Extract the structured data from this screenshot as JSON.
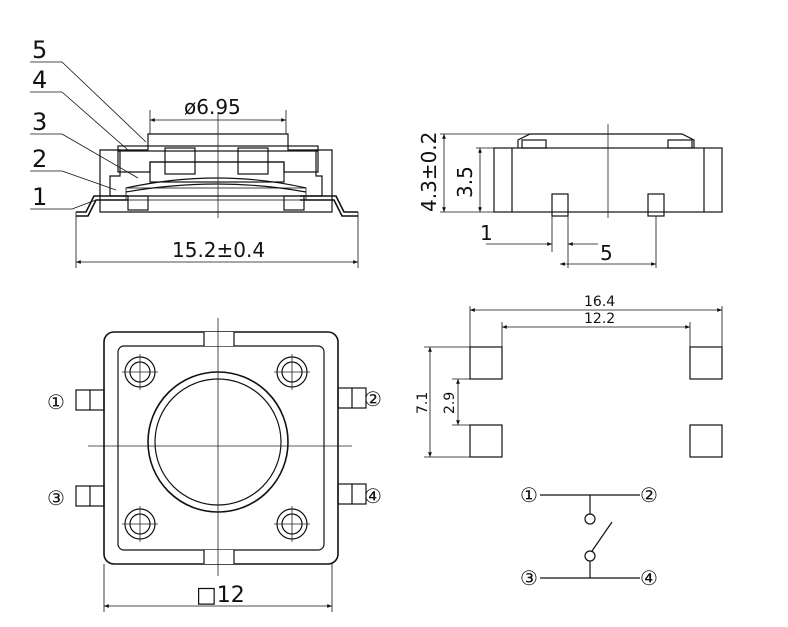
{
  "section_view": {
    "callouts": [
      "5",
      "4",
      "3",
      "2",
      "1"
    ],
    "dia_label": "ø6.95",
    "width_label": "15.2±0.4"
  },
  "side_view": {
    "height_total": "4.3±0.2",
    "height_body": "3.5",
    "pin_width": "1",
    "pin_pitch": "5"
  },
  "top_view": {
    "pins": [
      "①",
      "②",
      "③",
      "④"
    ],
    "size_label": "□12"
  },
  "footprint": {
    "outer_span": "16.4",
    "inner_span": "12.2",
    "pad_span": "7.1",
    "pad_gap": "2.9"
  },
  "schematic": {
    "pins": [
      "①",
      "②",
      "③",
      "④"
    ]
  }
}
